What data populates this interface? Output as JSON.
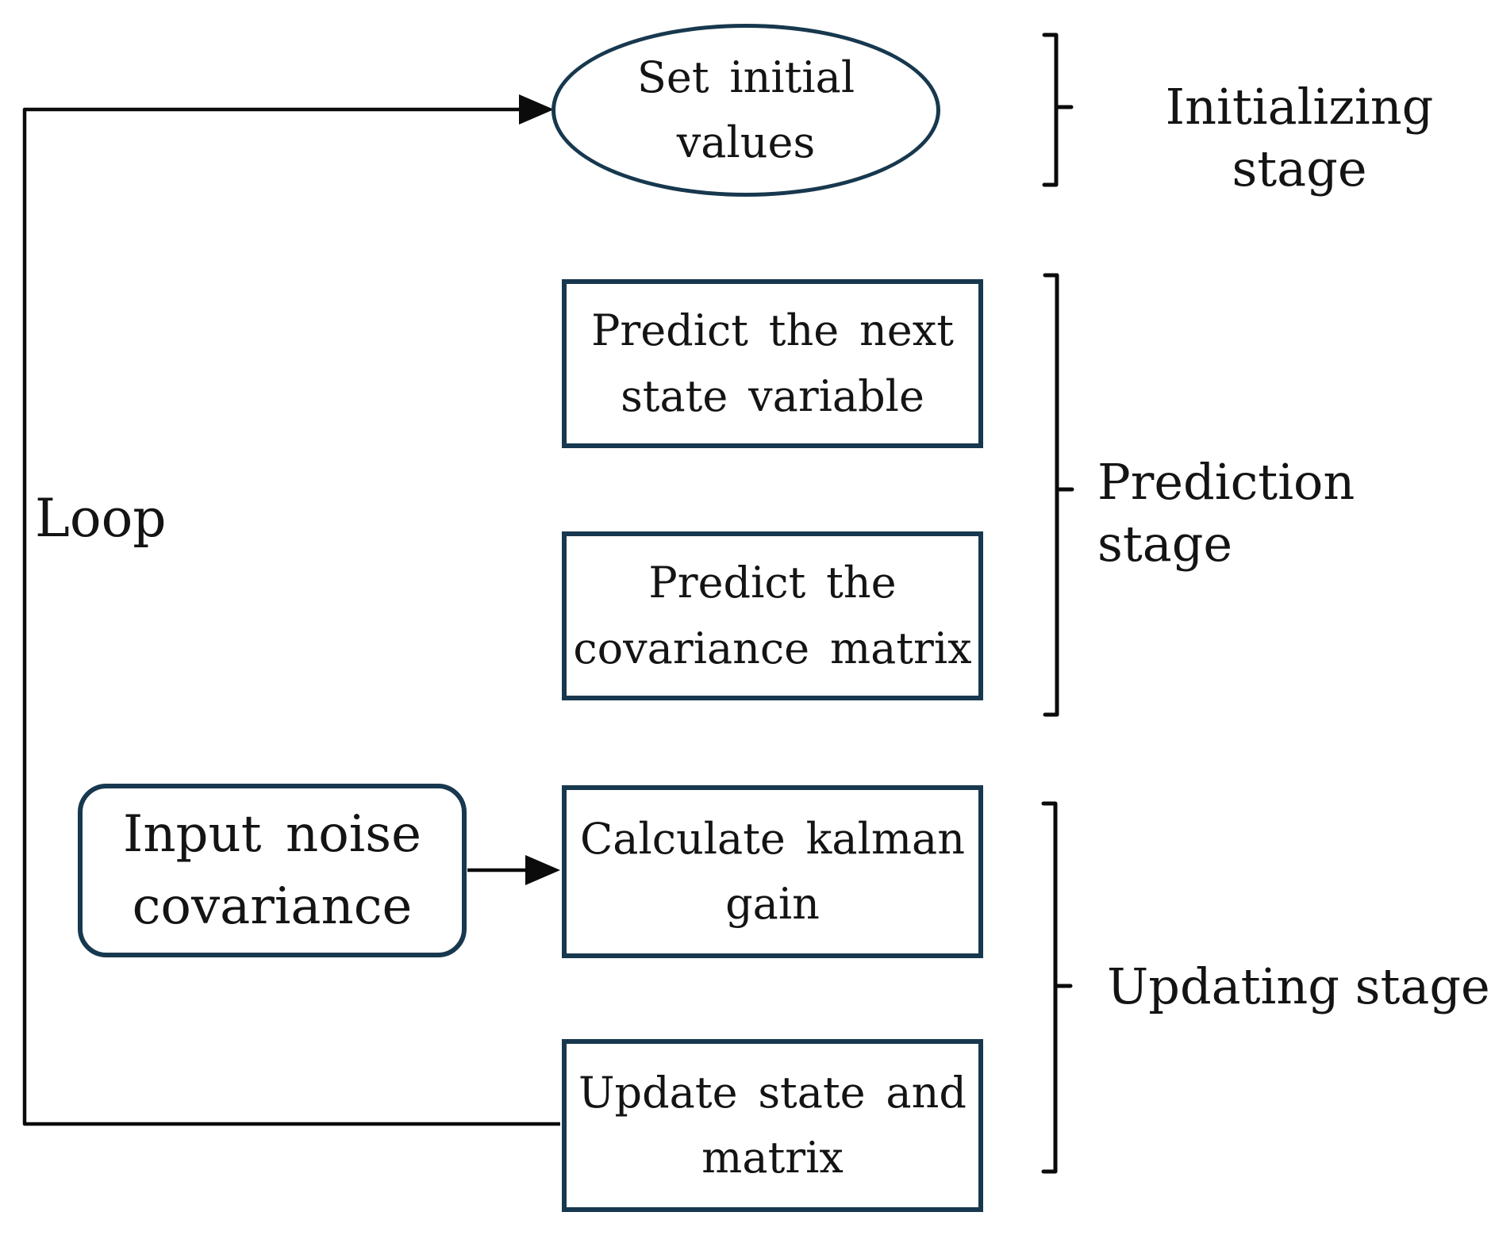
{
  "nodes": {
    "set_initial_values": {
      "label": "Set initial\nvalues"
    },
    "predict_next_state": {
      "label": "Predict the next\nstate variable"
    },
    "predict_covariance": {
      "label": "Predict the\ncovariance matrix"
    },
    "input_noise_covariance": {
      "label": "Input noise\ncovariance"
    },
    "calculate_kalman_gain": {
      "label": "Calculate kalman\ngain"
    },
    "update_state_matrix": {
      "label": "Update state and\nmatrix"
    }
  },
  "stage_labels": {
    "initializing": "Initializing\nstage",
    "prediction": "Prediction stage",
    "updating": "Updating stage"
  },
  "loop_label": "Loop",
  "colors": {
    "node_border": "#17384e",
    "connector": "#0b0b0b",
    "text": "#141414",
    "background": "#ffffff"
  }
}
